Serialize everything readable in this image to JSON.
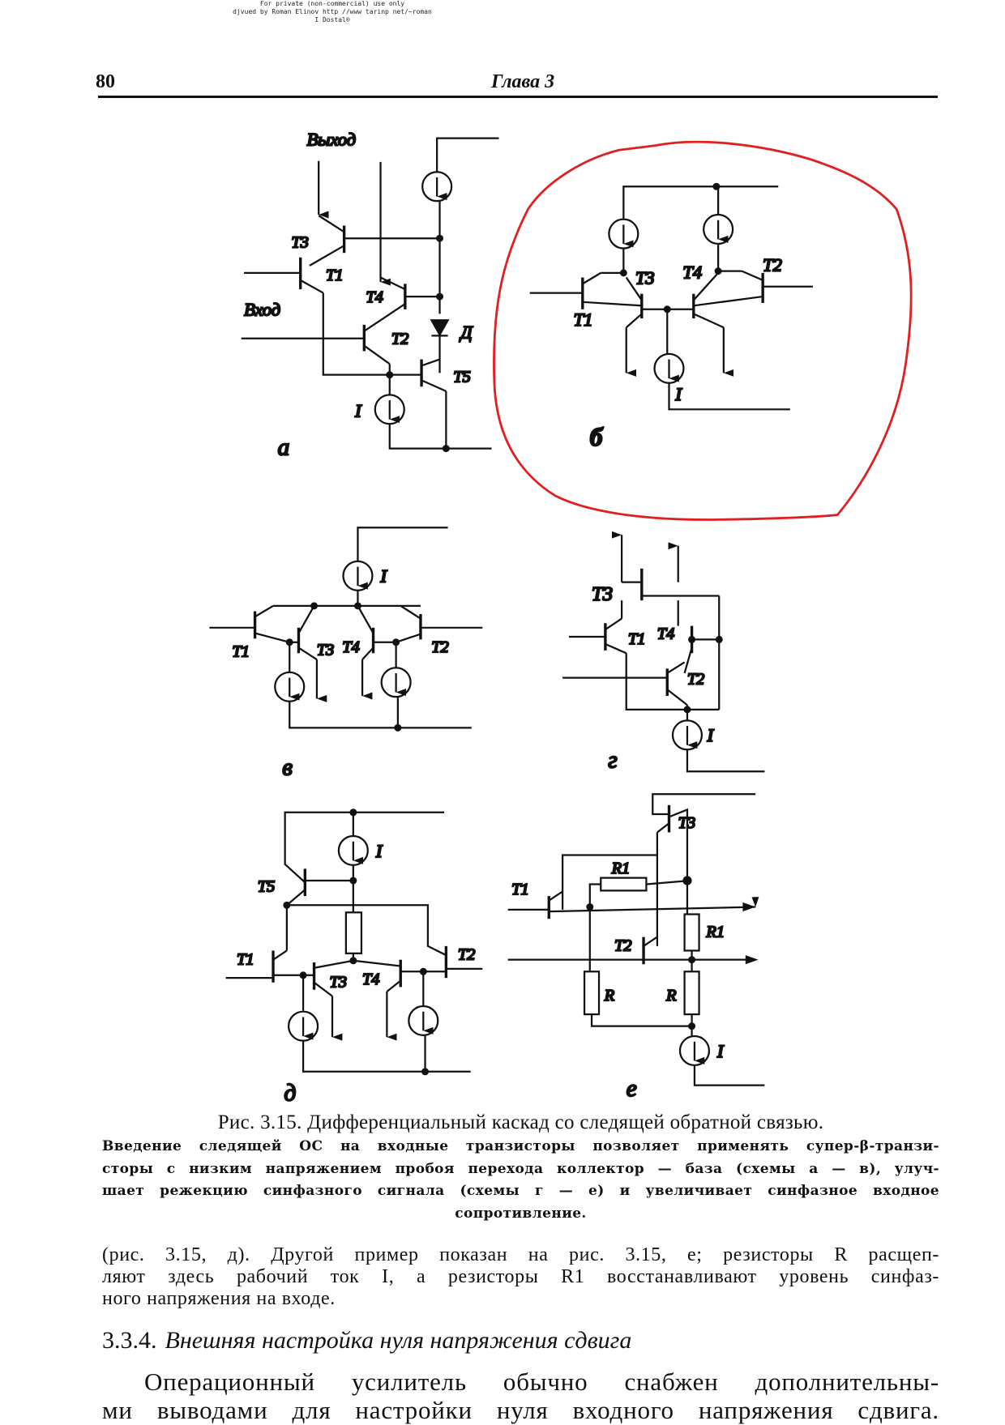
{
  "watermark": [
    "For private (non-commercial) use only",
    "djvued by Roman Elinov http //www tarinp net/~roman",
    "I Dostal®"
  ],
  "header": {
    "page_number": "80",
    "chapter": "Глава 3"
  },
  "figure": {
    "panel_a": {
      "label": "а",
      "output": "Выход",
      "input": "Вход",
      "t1": "T1",
      "t2": "T2",
      "t3": "T3",
      "t4": "T4",
      "t5": "T5",
      "diode": "Д",
      "current": "I"
    },
    "panel_b": {
      "label": "б",
      "t1": "T1",
      "t2": "T2",
      "t3": "T3",
      "t4": "T4",
      "current": "I",
      "highlight_color": "#e02020"
    },
    "panel_v": {
      "label": "в",
      "t1": "T1",
      "t2": "T2",
      "t3": "T3",
      "t4": "T4",
      "current": "I"
    },
    "panel_g": {
      "label": "г",
      "t1": "T1",
      "t2": "T2",
      "t3": "T3",
      "t4": "T4",
      "current": "I"
    },
    "panel_d": {
      "label": "д",
      "t1": "T1",
      "t2": "T2",
      "t3": "T3",
      "t4": "T4",
      "t5": "T5",
      "current": "I"
    },
    "panel_e": {
      "label": "е",
      "t1": "T1",
      "t2": "T2",
      "t3": "T3",
      "r1a": "R1",
      "r1b": "R1",
      "ra": "R",
      "rb": "R",
      "current": "I"
    }
  },
  "caption": {
    "title": "Рис. 3.15. Дифференциальный каскад со следящей обратной связью.",
    "lines": [
      "Введение следящей ОС на входные транзисторы позволяет применять супер-β-транзи-",
      "сторы с низким напряжением пробоя перехода коллектор — база (схемы а — в), улуч-",
      "шает режекцию синфазного сигнала (схемы г — е) и увеличивает синфазное входное",
      "сопротивление."
    ]
  },
  "body": {
    "lines": [
      "(рис. 3.15, д). Другой пример показан на рис. 3.15, е; резисторы R расщеп-",
      "ляют здесь рабочий ток I, а резисторы R1 восстанавливают уровень синфаз-",
      "ного напряжения на входе."
    ]
  },
  "section": {
    "number": "3.3.4.",
    "title": "Внешняя настройка нуля напряжения сдвига"
  },
  "paragraph": {
    "lines": [
      "Операционный усилитель обычно снабжен дополнительны-",
      "ми выводами для настройки нуля входного напряжения сдвига."
    ]
  }
}
